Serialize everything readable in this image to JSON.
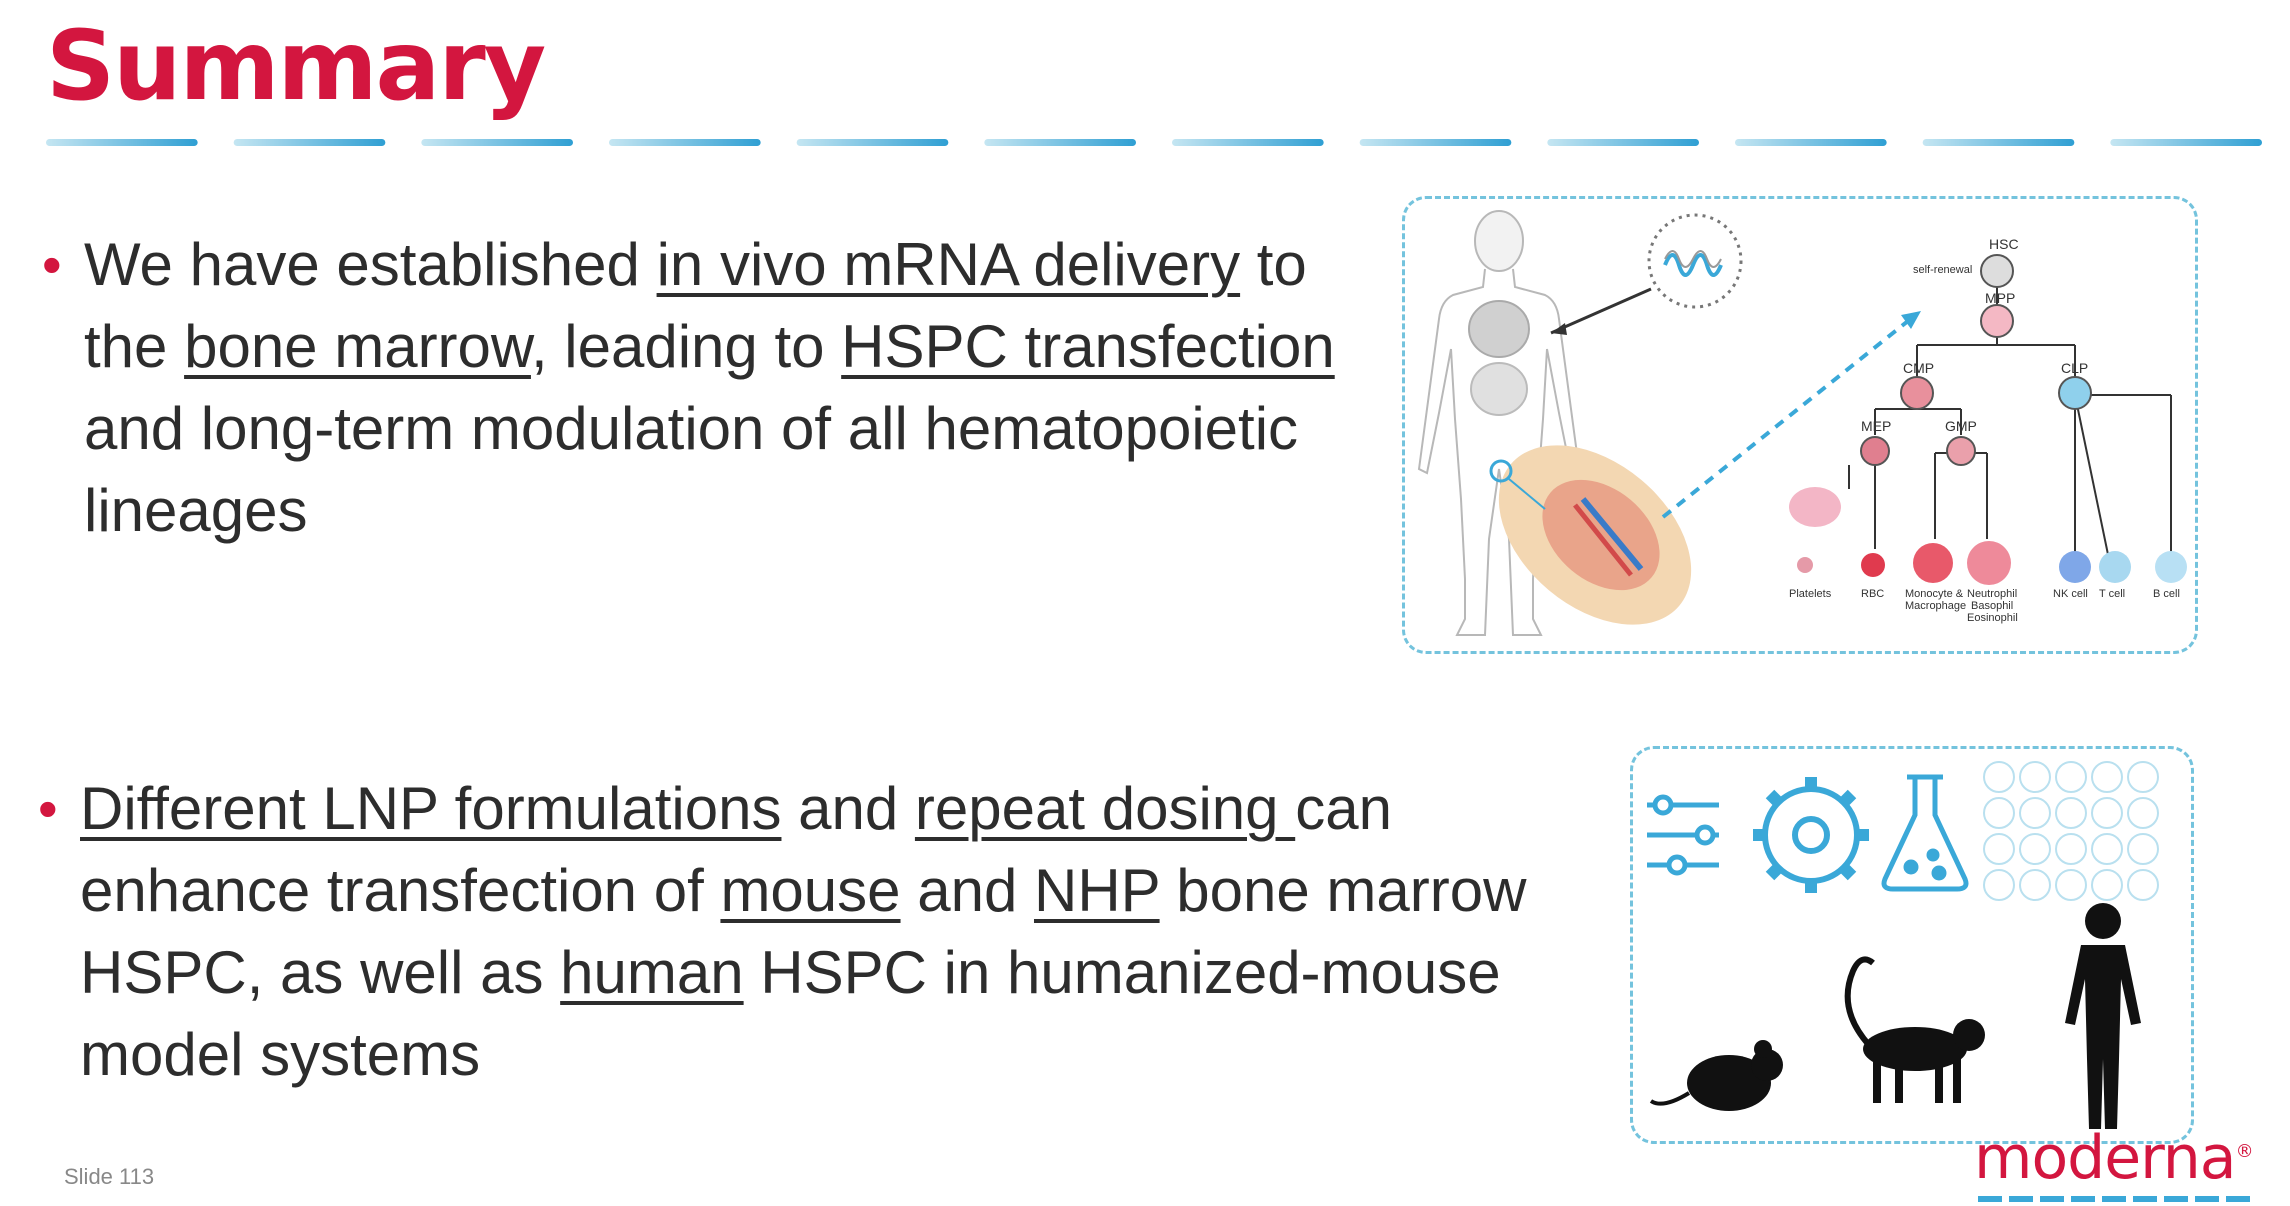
{
  "title": "Summary",
  "bullets": [
    {
      "segments": [
        {
          "t": "We have established ",
          "u": false
        },
        {
          "t": "in vivo mRNA delivery",
          "u": true
        },
        {
          "t": " to the ",
          "u": false
        },
        {
          "t": "bone marrow",
          "u": true
        },
        {
          "t": ", leading to ",
          "u": false
        },
        {
          "t": "HSPC transfection",
          "u": true
        },
        {
          "t": " and long-term modulation of all hematopoietic  lineages",
          "u": false
        }
      ]
    },
    {
      "segments": [
        {
          "t": "Different LNP formulations",
          "u": true
        },
        {
          "t": " and ",
          "u": false
        },
        {
          "t": "repeat dosing ",
          "u": true
        },
        {
          "t": "can enhance transfection of ",
          "u": false
        },
        {
          "t": "mouse",
          "u": true
        },
        {
          "t": " and ",
          "u": false
        },
        {
          "t": "NHP",
          "u": true
        },
        {
          "t": " bone marrow HSPC, as well as ",
          "u": false
        },
        {
          "t": "human",
          "u": true
        },
        {
          "t": " HSPC in humanized-mouse model systems",
          "u": false
        }
      ]
    }
  ],
  "diagram": {
    "nodes": {
      "hsc": "HSC",
      "self_renewal": "self-renewal",
      "mpp": "MPP",
      "cmp": "CMP",
      "clp": "CLP",
      "mep": "MEP",
      "gmp": "GMP"
    },
    "cells": {
      "platelets": "Platelets",
      "rbc": "RBC",
      "mono_1": "Monocyte &",
      "mono_2": "Macrophage",
      "neut_1": "Neutrophil",
      "neut_2": "Basophil",
      "neut_3": "Eosinophil",
      "nk": "NK cell",
      "t": "T cell",
      "b": "B cell"
    }
  },
  "slide_number": "Slide 113",
  "logo": "moderna",
  "logo_mark": "®",
  "colors": {
    "brand_red": "#d3163f",
    "accent_blue": "#3aa8d8",
    "dash_light": "#a8d8ea",
    "dash_dark": "#3aa8d8"
  }
}
